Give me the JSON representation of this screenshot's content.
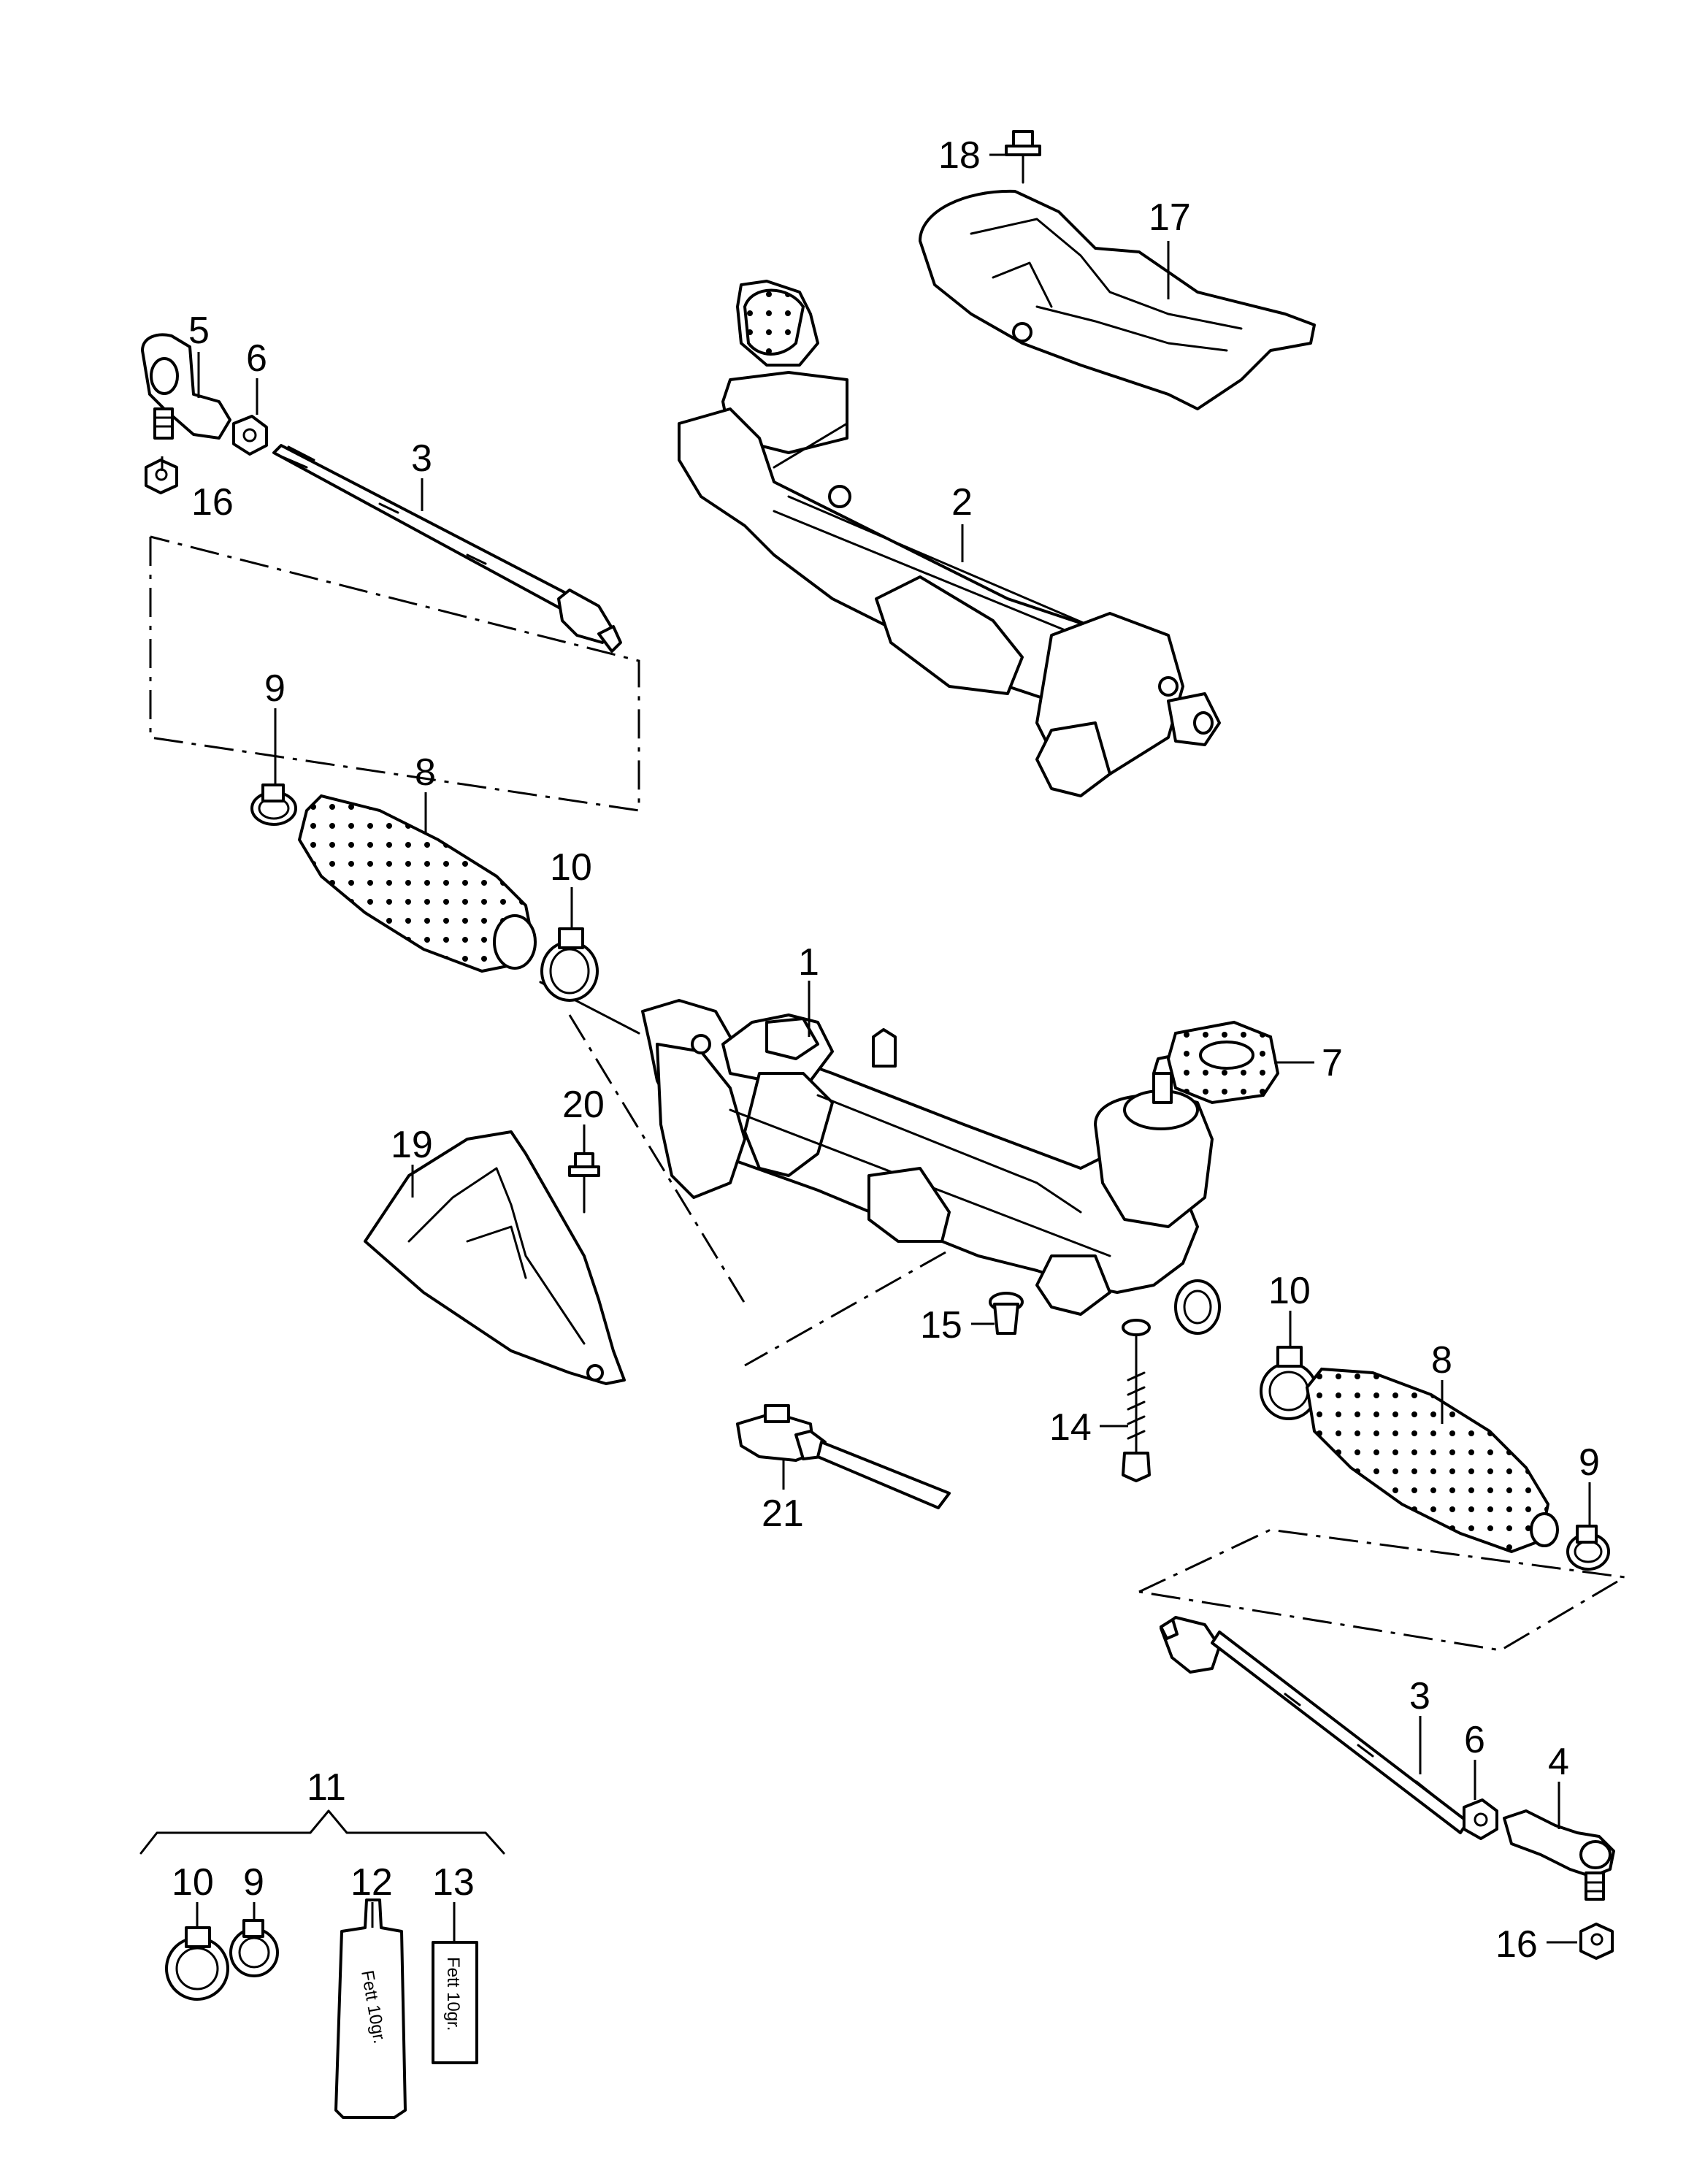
{
  "callouts": {
    "c1": "1",
    "c2": "2",
    "c3a": "3",
    "c3b": "3",
    "c4": "4",
    "c5": "5",
    "c6a": "6",
    "c6b": "6",
    "c7": "7",
    "c8a": "8",
    "c8b": "8",
    "c9a": "9",
    "c9b": "9",
    "c9c": "9",
    "c10a": "10",
    "c10b": "10",
    "c10c": "10",
    "c11": "11",
    "c12": "12",
    "c13": "13",
    "c14": "14",
    "c15": "15",
    "c16a": "16",
    "c16b": "16",
    "c17": "17",
    "c18": "18",
    "c19": "19",
    "c20": "20",
    "c21": "21"
  },
  "labels": {
    "tube_text": "Fett 10gr.",
    "box_text": "Fett 10gr."
  }
}
